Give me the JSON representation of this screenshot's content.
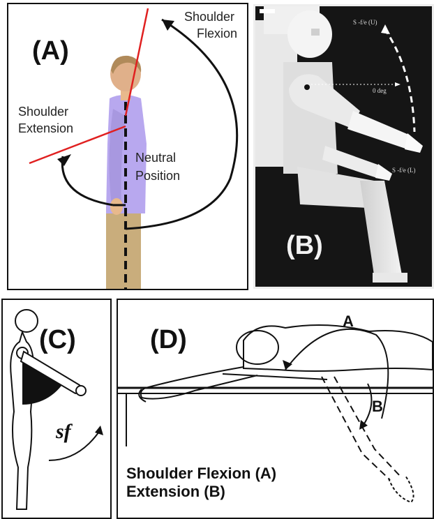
{
  "panel_a": {
    "label": "(A)",
    "flexion_line1": "Shoulder",
    "flexion_line2": "Flexion",
    "extension_line1": "Shoulder",
    "extension_line2": "Extension",
    "neutral_line1": "Neutral",
    "neutral_line2": "Position",
    "colors": {
      "axis_line": "#e02020",
      "shirt": "#b8a8ef",
      "pants": "#c9ad7c",
      "skin": "#e8b98c"
    }
  },
  "panel_b": {
    "label": "(B)",
    "upper_label": "S -f/e (U)",
    "zero_label": "0 deg",
    "lower_label": "S -f/e (L)"
  },
  "panel_c": {
    "label": "(C)",
    "caption": "sf"
  },
  "panel_d": {
    "label": "(D)",
    "marker_a": "A",
    "marker_b": "B",
    "caption_line1": "Shoulder Flexion (A)",
    "caption_line2": "Extension (B)"
  }
}
